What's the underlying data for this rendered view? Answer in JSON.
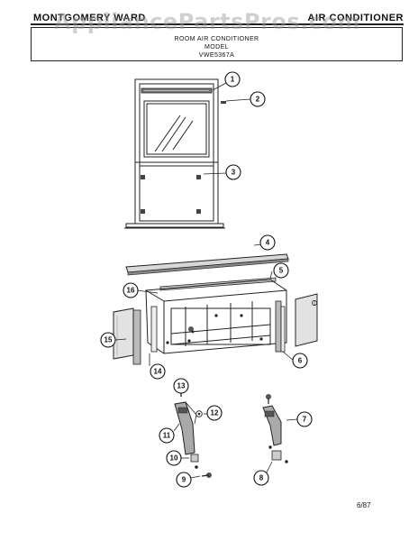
{
  "header": {
    "brand": "MONTGOMERY WARD",
    "category": "AIR CONDITIONER"
  },
  "watermark": "AppliancePartsPros.com",
  "title_box": {
    "line1": "ROOM AIR CONDITIONER",
    "line2": "MODEL",
    "line3": "VWE5367A"
  },
  "callouts": [
    {
      "id": "callout-1",
      "label": "1"
    },
    {
      "id": "callout-2",
      "label": "2"
    },
    {
      "id": "callout-3",
      "label": "3"
    },
    {
      "id": "callout-4",
      "label": "4"
    },
    {
      "id": "callout-5",
      "label": "5"
    },
    {
      "id": "callout-6",
      "label": "6"
    },
    {
      "id": "callout-7",
      "label": "7"
    },
    {
      "id": "callout-8",
      "label": "8"
    },
    {
      "id": "callout-9",
      "label": "9"
    },
    {
      "id": "callout-10",
      "label": "10"
    },
    {
      "id": "callout-11",
      "label": "11"
    },
    {
      "id": "callout-12",
      "label": "12"
    },
    {
      "id": "callout-13",
      "label": "13"
    },
    {
      "id": "callout-14",
      "label": "14"
    },
    {
      "id": "callout-15",
      "label": "15"
    },
    {
      "id": "callout-16",
      "label": "16"
    }
  ],
  "footer": {
    "date": "6/87"
  }
}
